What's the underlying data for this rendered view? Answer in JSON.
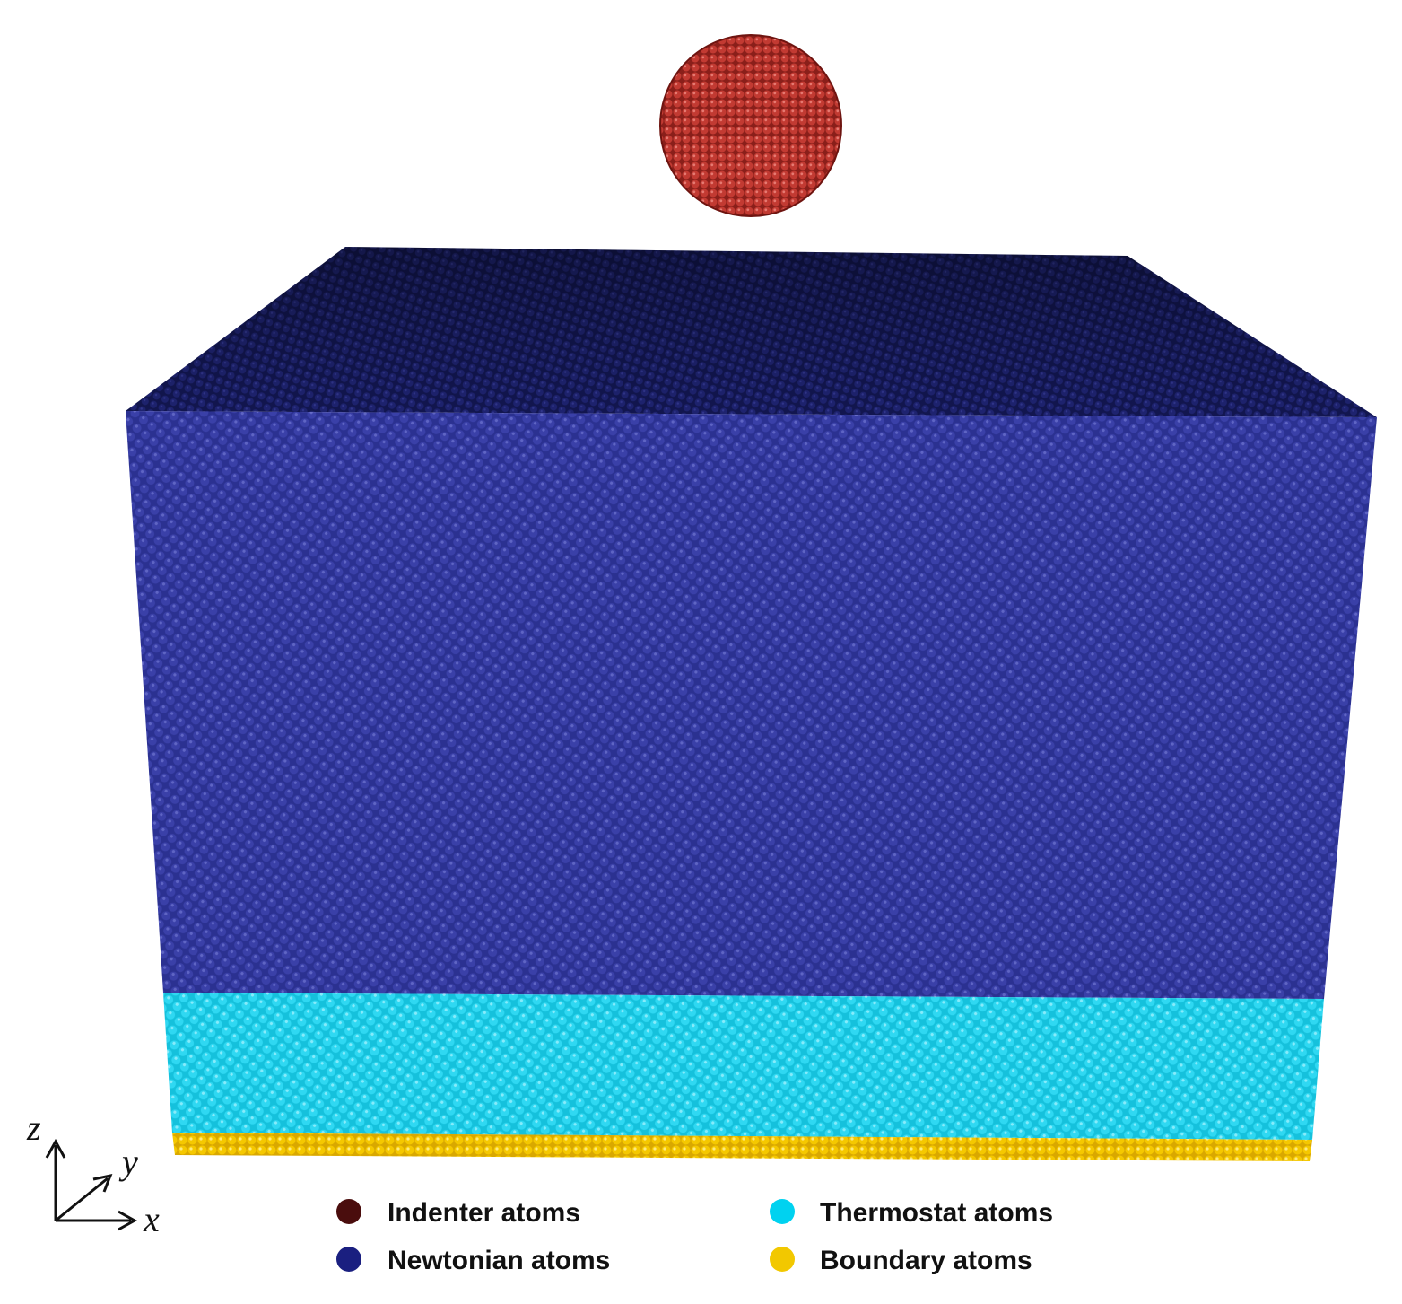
{
  "axes": {
    "z_label": "z",
    "y_label": "y",
    "x_label": "x"
  },
  "legend": {
    "items": [
      {
        "key": "indenter",
        "label": "Indenter atoms",
        "color": "#4a0d0d"
      },
      {
        "key": "newtonian",
        "label": "Newtonian atoms",
        "color": "#1a1f80"
      },
      {
        "key": "thermostat",
        "label": "Thermostat atoms",
        "color": "#00d2f0"
      },
      {
        "key": "boundary",
        "label": "Boundary atoms",
        "color": "#f2c800"
      }
    ]
  },
  "colors": {
    "indenter": "#b3322b",
    "newtonian_front": "#2a2f8f",
    "newtonian_top": "#141852",
    "thermostat": "#22d3ee",
    "boundary": "#f5c800"
  }
}
